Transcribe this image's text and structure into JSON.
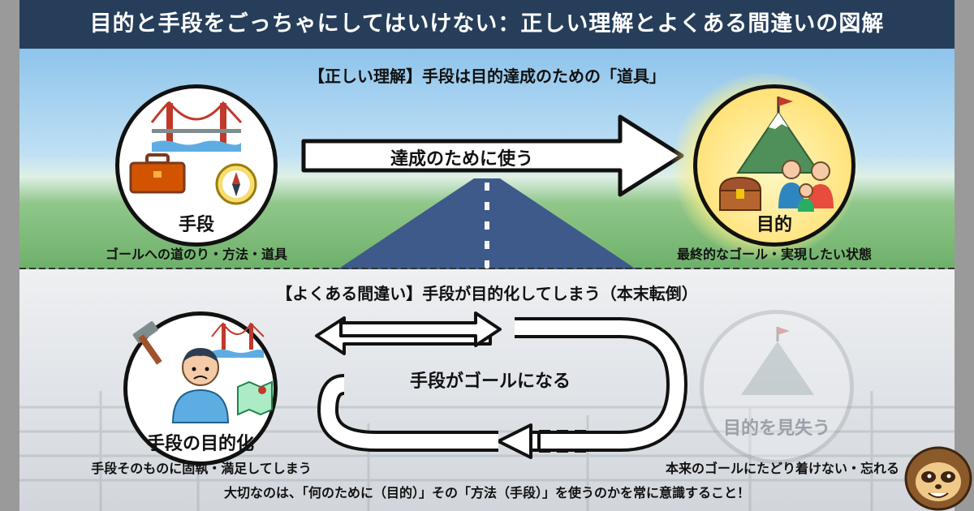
{
  "title": "目的と手段をごっちゃにしてはいけない：正しい理解とよくある間違いの図解",
  "correct": {
    "heading": "【正しい理解】手段は目的達成のための「道具」",
    "means_label": "手段",
    "means_caption": "ゴールへの道のり・方法・道具",
    "arrow_label": "達成のために使う",
    "goal_label": "目的",
    "goal_caption": "最終的なゴール・実現したい状態"
  },
  "mistake": {
    "heading": "【よくある間違い】手段が目的化してしまう（本末転倒）",
    "means_label": "手段の目的化",
    "means_caption": "手段そのものに固執・満足してしまう",
    "loop_label": "手段がゴールになる",
    "goal_label": "目的を見失う",
    "goal_caption": "本来のゴールにたどり着けない・忘れる"
  },
  "footer": "大切なのは、「何のために（目的）」その「方法（手段）」を使うのかを常に意識すること！",
  "colors": {
    "title_bg": "#263e5a",
    "sky": "#8ec4ec",
    "grass": "#6db06a",
    "goal_glow": "#ffe680",
    "road": "#3d5a8a"
  },
  "icons": [
    "bridge-icon",
    "toolbox-icon",
    "compass-icon",
    "mountain-flag-icon",
    "treasure-chest-icon",
    "family-icon",
    "hammer-icon",
    "worried-person-icon",
    "map-icon",
    "sloth-mascot-icon"
  ]
}
